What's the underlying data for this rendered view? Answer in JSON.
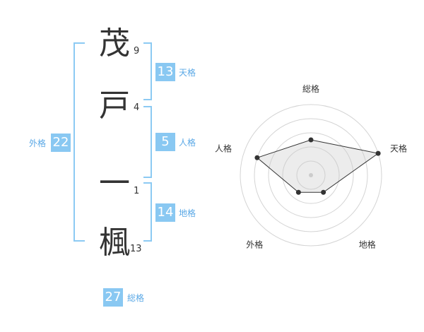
{
  "characters": [
    {
      "char": "茂",
      "strokes": "9"
    },
    {
      "char": "戸",
      "strokes": "4"
    },
    {
      "char": "一",
      "strokes": "1"
    },
    {
      "char": "楓",
      "strokes": "13"
    }
  ],
  "kakusu": {
    "tenkaku": {
      "value": "13",
      "label": "天格"
    },
    "jinkaku": {
      "value": "5",
      "label": "人格"
    },
    "chikaku": {
      "value": "14",
      "label": "地格"
    },
    "gaikaku": {
      "value": "22",
      "label": "外格"
    },
    "soukaku": {
      "value": "27",
      "label": "総格"
    }
  },
  "colors": {
    "accent": "#89c8f2",
    "bracket": "#8ccaf3",
    "label": "#5aa8e6",
    "text": "#333333"
  },
  "chart_data": {
    "type": "radar",
    "axes": [
      "総格",
      "天格",
      "地格",
      "外格",
      "人格"
    ],
    "values": [
      0.5,
      1.0,
      0.3,
      0.3,
      0.8
    ],
    "rings": 5,
    "grid": true
  }
}
